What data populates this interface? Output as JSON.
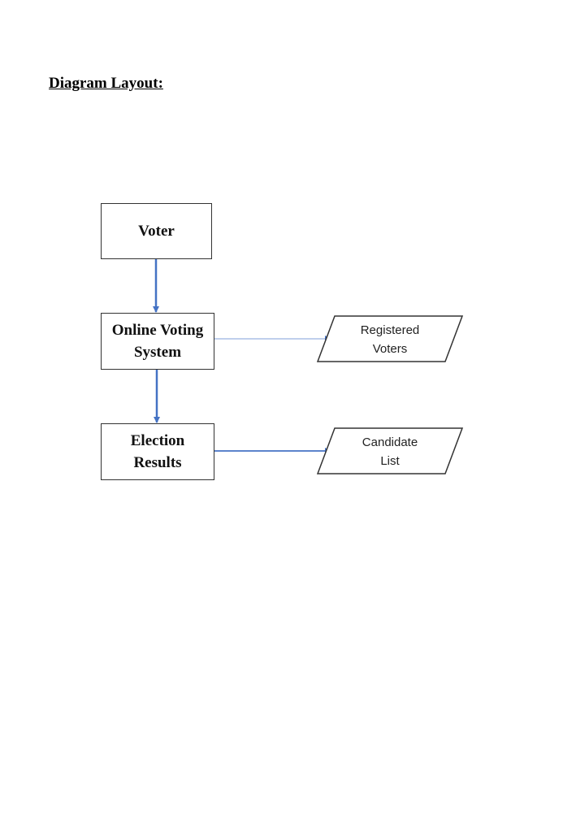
{
  "heading": "Diagram Layout:",
  "nodes": {
    "voter": "Voter",
    "online_voting_system": "Online Voting\nSystem",
    "election_results": "Election\nResults"
  },
  "data_stores": {
    "registered_voters": "Registered\nVoters",
    "candidate_list": "Candidate\nList"
  },
  "colors": {
    "arrow": "#4472c4",
    "border": "#333333"
  }
}
